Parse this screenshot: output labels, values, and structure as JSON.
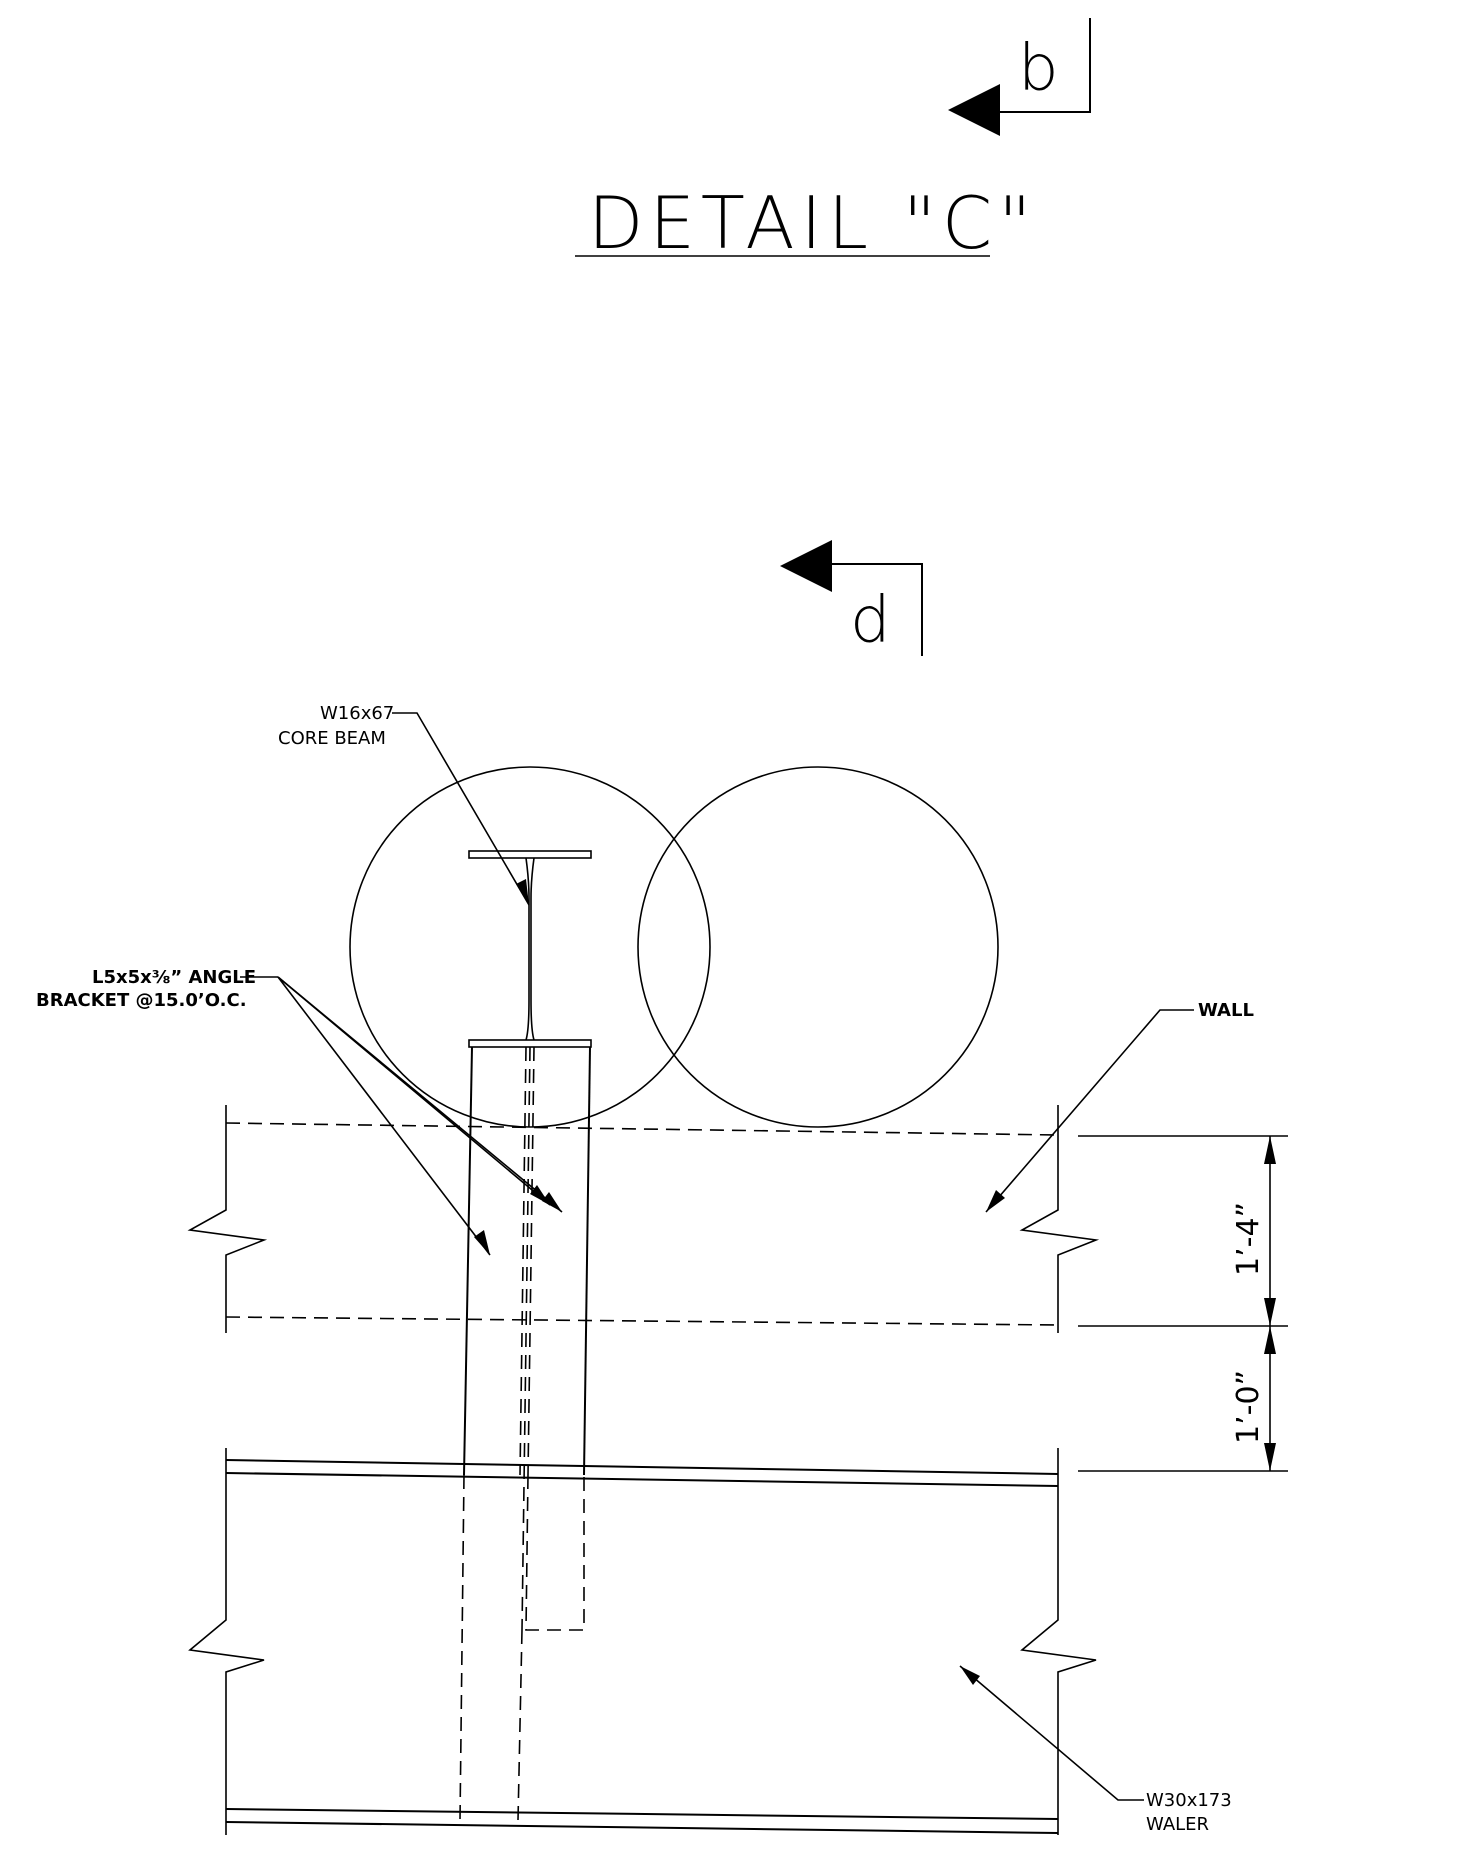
{
  "title": "DETAIL \"C\"",
  "section_markers": {
    "top": "b",
    "mid": "d"
  },
  "labels": {
    "core_beam": {
      "line1": "W16x67",
      "line2": "CORE BEAM"
    },
    "angle_bracket": {
      "line1": "L5x5x⅜” ANGLE",
      "line2": "BRACKET @15.0’O.C."
    },
    "wall": "WALL",
    "waler": {
      "line1": "W30x173",
      "line2": "WALER"
    }
  },
  "dimensions": {
    "upper": "1’-4”",
    "lower": "1’-0”"
  }
}
